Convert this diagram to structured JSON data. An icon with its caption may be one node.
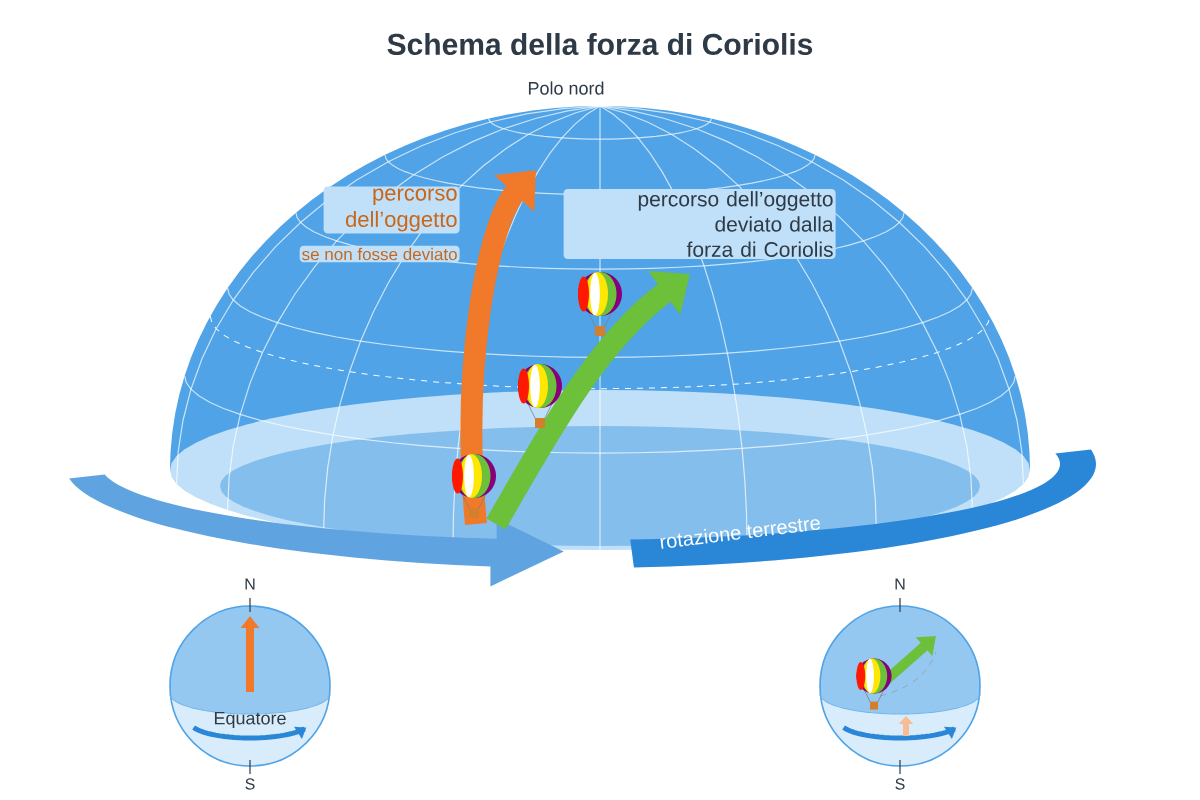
{
  "diagram": {
    "title": "Schema della forza di Coriolis",
    "labels": [
      "Polo nord",
      "percorso dell’oggetto",
      "se non fosse deviato",
      "percorso dell’oggetto deviato dalla forza di Coriolis",
      "rotazione terrestre",
      "N",
      "Equatore",
      "S",
      "N",
      "S"
    ]
  }
}
